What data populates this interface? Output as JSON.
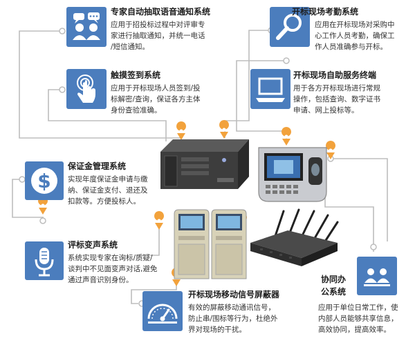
{
  "systems": {
    "expert": {
      "title": "专家自动抽取语音通知系统",
      "desc": [
        "应用于招投标过程中对评审专",
        "家进行抽取通知，并统一电话",
        "/短信通知。"
      ],
      "icon": "expert-people-icon"
    },
    "attendance": {
      "title": "开标现场考勤系统",
      "desc": [
        "应用在开标现场对采购中",
        "心工作人员考勤，确保工",
        "作人员准确参与开标。"
      ],
      "icon": "magnifier-icon"
    },
    "touch": {
      "title": "触摸签到系统",
      "desc": [
        "应用于开标现场人员签到/投",
        "标解密/查询，保证各方主体",
        "身份查验准确。"
      ],
      "icon": "touch-hand-icon"
    },
    "selfservice": {
      "title": "开标现场自助服务终端",
      "desc": [
        "用于各方开标现场进行常规",
        "操作，包括查询、数字证书",
        "申请、网上投标等。"
      ],
      "icon": "computer-terminal-icon"
    },
    "deposit": {
      "title": "保证金管理系统",
      "desc": [
        "实现年度保证金申请与缴",
        "纳、保证金支付、退还及",
        "扣款等。方便投标人。"
      ],
      "icon": "dollar-coin-icon"
    },
    "voice": {
      "title": "评标变声系统",
      "desc": [
        "系统实现专家在询标/质疑/",
        "谈判中不见面变声对话,避免",
        "通过声音识别身份。"
      ],
      "icon": "microphone-icon"
    },
    "jammer": {
      "title": "开标现场移动信号屏蔽器",
      "desc": [
        "有效的屏蔽移动通讯信号，",
        "防止串/围标等行为，杜绝外",
        "界对现场的干扰。"
      ],
      "icon": "speedometer-icon"
    },
    "office": {
      "title_lines": [
        "协同办",
        "公系统"
      ],
      "desc": [
        "应用于单位日常工作，使",
        "内部人员能够共享信息，",
        "高效协同，提高效率。"
      ],
      "icon": "collaboration-people-icon"
    }
  },
  "colors": {
    "icon_bg": "#4b7dbd",
    "line": "#bdbdbd",
    "pin": "#f2a23c"
  }
}
